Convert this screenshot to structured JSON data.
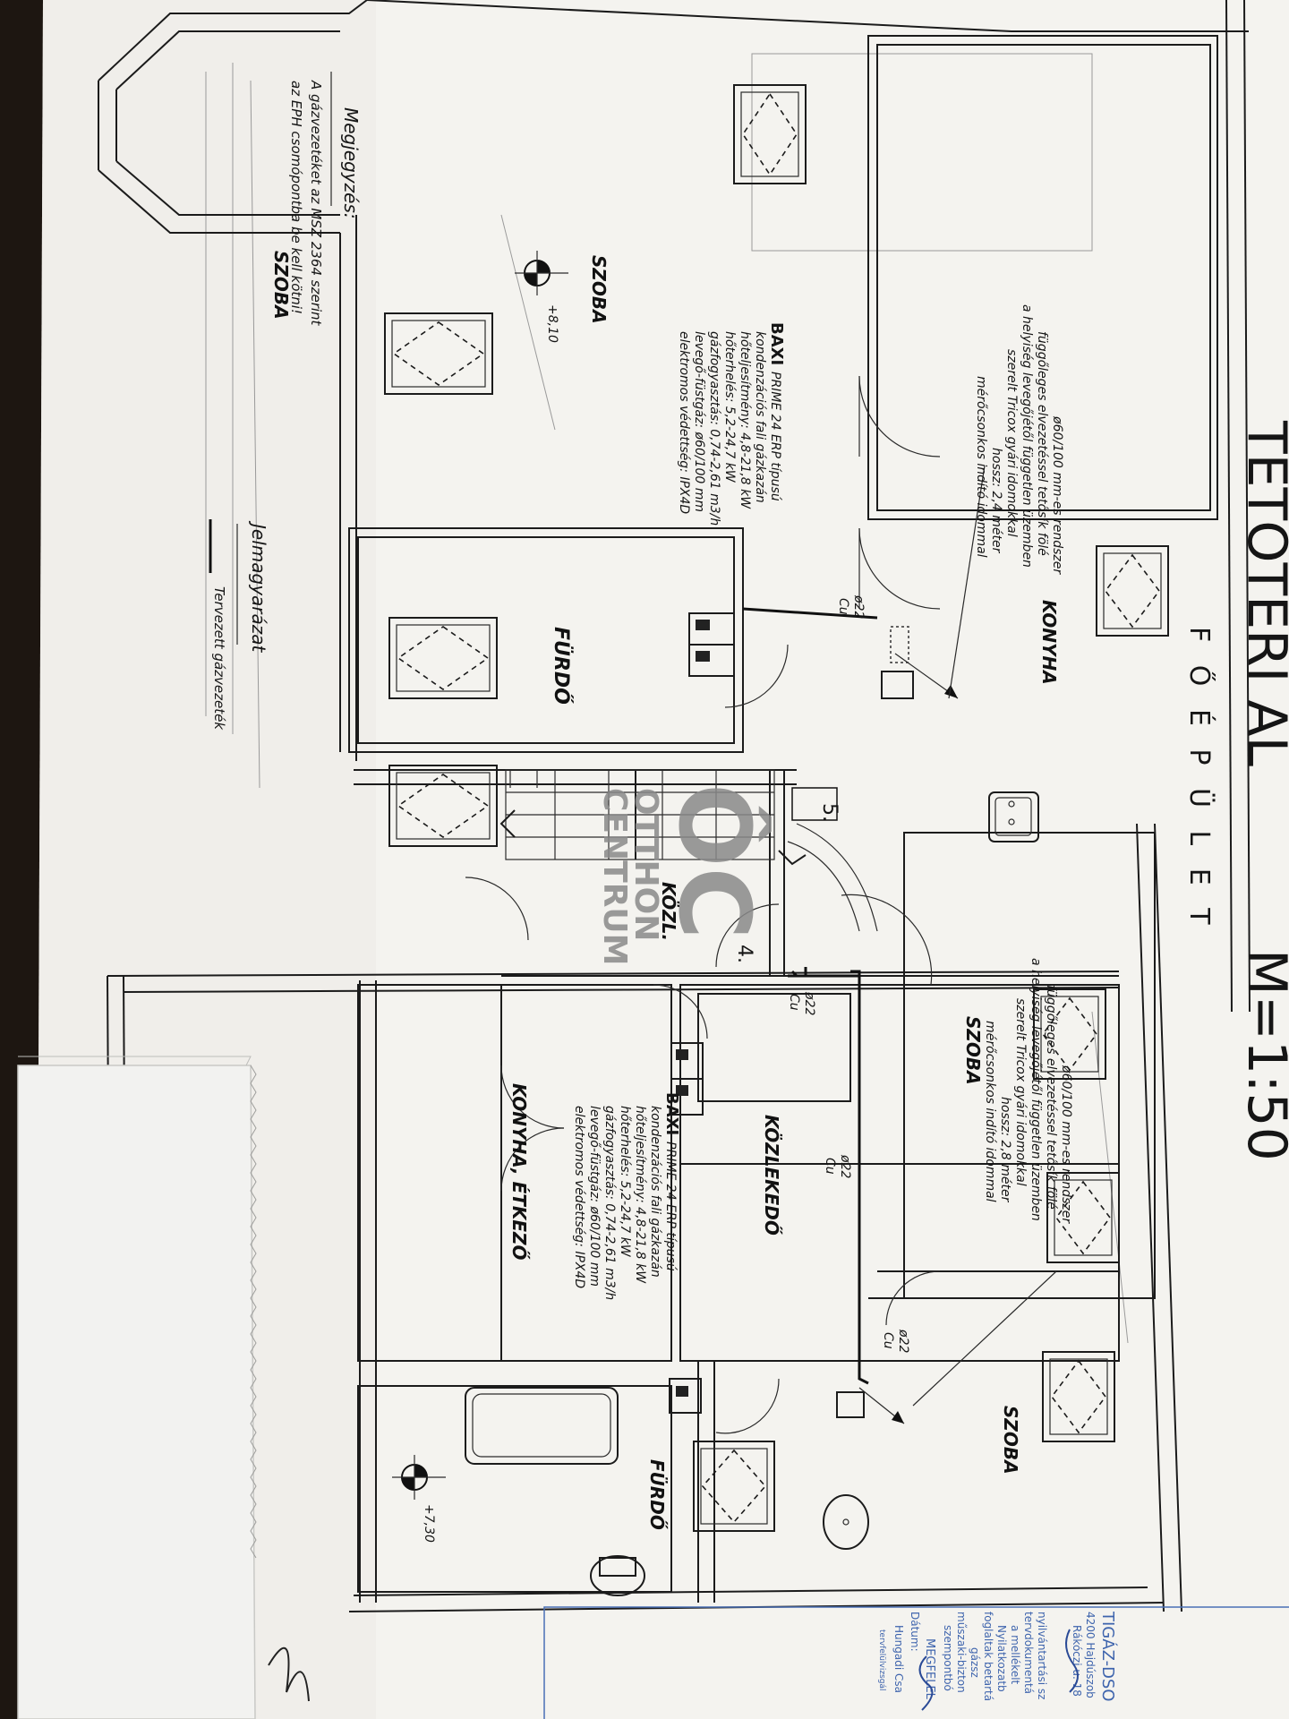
{
  "header": {
    "title_fragment": "TETŐTÉRI AL",
    "scale_fragment": "M=1:50",
    "building": "F Ő É P Ü L E T"
  },
  "note": {
    "heading": "Megjegyzés:",
    "line1": "A gázvezetéket az MSZ 2364 szerint",
    "line2": "az EPH csomópontba be kell kötni!"
  },
  "rooms": {
    "szoba_top_left": "SZOBA",
    "szoba_left": "SZOBA",
    "konyha": "KONYHA",
    "furdo_left": "FÜRDŐ",
    "kozl": "KÖZL.",
    "szoba_right": "SZOBA",
    "kozlekedo": "KÖZLEKEDŐ",
    "konyha_etkezo": "KONYHA, ÉTKEZŐ",
    "szoba_bottom_right": "SZOBA",
    "furdo_right": "FÜRDŐ"
  },
  "flue_left": {
    "line1": "ø60/100 mm-es rendszer",
    "line2": "függőleges elvezetéssel tetősík fölé",
    "line3": "a helyiség levegőjétől független üzemben",
    "line4": "szerelt Tricox gyári idomokkal",
    "line5": "hossz: 2,4 méter",
    "line6": "mérőcsonkos indító idommal"
  },
  "flue_right": {
    "line1": "ø60/100 mm-es rendszer",
    "line2": "függőleges elvezetéssel tetősík fölé",
    "line3": "a helyiség levegőjétől független üzemben",
    "line4": "szerelt Tricox gyári idomokkal",
    "line5": "hossz: 2,8 méter",
    "line6": "mérőcsonkos indító idommal"
  },
  "boiler_left": {
    "brand": "BAXI",
    "model": "PRIME 24 ERP típusú",
    "line1": "kondenzációs fali gázkazán",
    "line2": "hőteljesítmény: 4,8-21,8 kW",
    "line3": "hőterhelés: 5,2-24,7 kW",
    "line4": "gázfogyasztás: 0,74-2,61 m3/h",
    "line5": "levegő-füstgáz: ø60/100 mm",
    "line6": "elektromos védettség: IPX4D"
  },
  "boiler_right": {
    "brand": "BAXI",
    "model": "PRIME 24 ERP típusú",
    "line1": "kondenzációs fali gázkazán",
    "line2": "hőteljesítmény: 4,8-21,8 kW",
    "line3": "hőterhelés: 5,2-24,7 kW",
    "line4": "gázfogyasztás: 0,74-2,61 m3/h",
    "line5": "levegő-füstgáz: ø60/100 mm",
    "line6": "elektromos védettség: IPX4D"
  },
  "pipes": {
    "label_1": "ø22",
    "unit_1": "Cu",
    "label_2": "ø22",
    "unit_2": "Cu",
    "label_3": "ø22",
    "unit_3": "Cu",
    "label_4": "ø22",
    "unit_4": "Cu"
  },
  "levels": {
    "left": "+8,10",
    "right": "+7,30"
  },
  "stairs": {
    "label_5": "5.",
    "label_4": "4."
  },
  "legend": {
    "title": "Jelmagyarázat",
    "item": "Tervezett gázvezeték"
  },
  "watermark": {
    "logo": "ÔC",
    "line1": "OTTHON",
    "line2": "CENTRUM"
  },
  "stamp": {
    "line1": "TIGÁZ-DSO",
    "line2": "4200 Hajdúszob",
    "line3": "Rákóczi u. 18",
    "line4": "nyilvántartási sz",
    "line5": "tervdokumentá",
    "line6": "a mellékelt",
    "line7": "Nyilatkozatb",
    "line8": "foglaltak betartá",
    "line9": "gázsz",
    "line10": "műszaki-bizton",
    "line11": "szempontbó",
    "line12": "MEGFELEL",
    "line13": "Dátum:",
    "line14": "Hungadi Csa",
    "line15": "tervfelülvizsgál"
  }
}
